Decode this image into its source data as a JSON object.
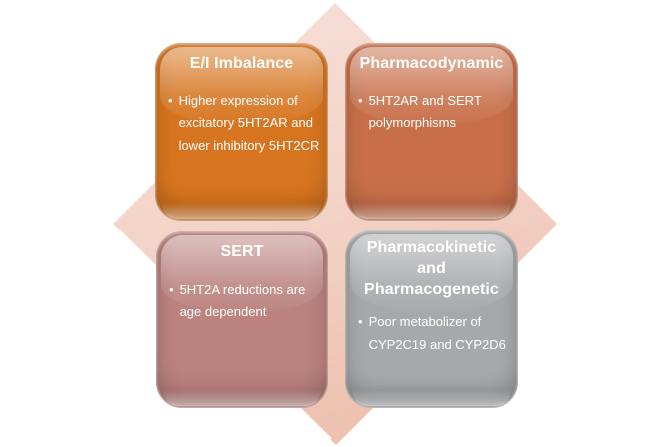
{
  "figure": {
    "type": "quadrant-diagram",
    "bullet_glyph": "•",
    "colors": {
      "canvas_bg": "#FFFFFF",
      "diamond_light": "#F7E1DA",
      "diamond_mid": "#F3D3C7",
      "diamond_deep": "#EEC2B1",
      "diamond_edge_highlight": "#FFFFFF",
      "card_text": "#FFFFFF"
    },
    "cards": [
      {
        "id": "ei-imbalance",
        "title": "E/I Imbalance",
        "bullet": "Higher expression of excitatory 5HT2AR and lower inhibitory 5HT2CR",
        "color": "#D7741F"
      },
      {
        "id": "pharmacodynamic",
        "title": "Pharmacodynamic",
        "bullet": "5HT2AR and SERT polymorphisms",
        "color": "#C86F4A"
      },
      {
        "id": "sert",
        "title": "SERT",
        "bullet": "5HT2A reductions are age dependent",
        "color": "#BB827E"
      },
      {
        "id": "pharmacokinetic-pharmacogenetic",
        "title": "Pharmacokinetic and Pharmacogenetic",
        "bullet": "Poor metabolizer of CYP2C19 and CYP2D6",
        "color": "#A7A8AA"
      }
    ]
  }
}
